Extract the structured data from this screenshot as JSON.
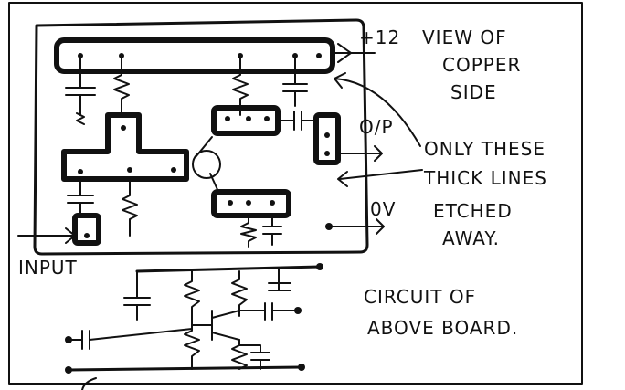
{
  "labels": {
    "supply": "+12",
    "view_line1": "VIEW OF",
    "view_line2": "COPPER",
    "view_line3": "SIDE",
    "output": "O/P",
    "note_line1": "ONLY THESE",
    "note_line2": "THICK LINES",
    "note_line3": "ETCHED",
    "note_line4": "AWAY.",
    "ground": "0V",
    "input": "INPUT",
    "circuit_line1": "CIRCUIT OF",
    "circuit_line2": "ABOVE BOARD."
  },
  "colors": {
    "ink": "#111111",
    "paper": "#ffffff"
  }
}
